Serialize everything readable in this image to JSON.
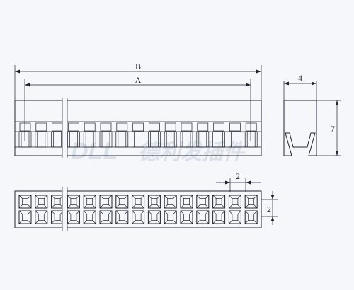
{
  "dimensions": {
    "overall_length": "B",
    "pin_span": "A",
    "width": "4",
    "height": "7",
    "pitch_horizontal": "2",
    "pitch_vertical": "2"
  },
  "watermark": {
    "logo_text": "DLL",
    "company_text": "德利发插件"
  },
  "colors": {
    "background": "#f5f7fb",
    "line": "#1f2430",
    "watermark": "#c9d0dc"
  }
}
